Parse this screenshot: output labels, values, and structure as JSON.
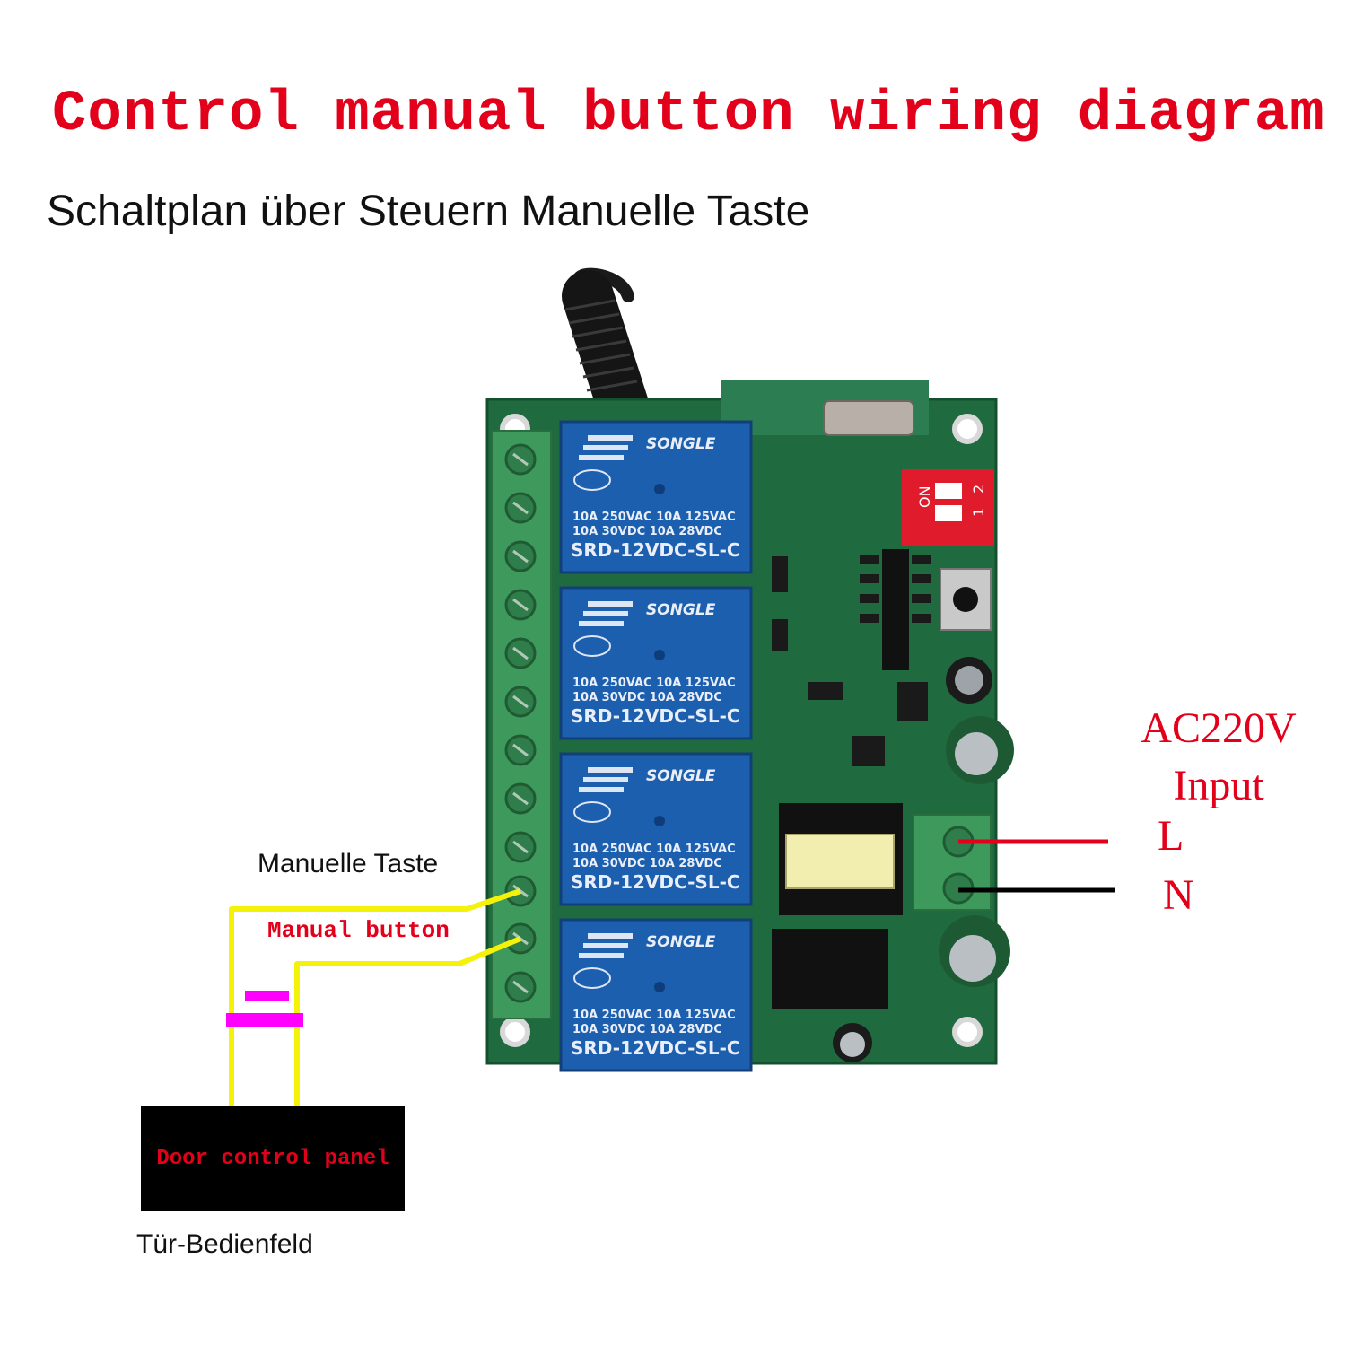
{
  "title_en": "Control manual button wiring diagram",
  "title_de": "Schaltplan über Steuern Manuelle Taste",
  "labels": {
    "manual_button_de": "Manuelle Taste",
    "manual_button_en": "Manual button",
    "door_panel_en": "Door control panel",
    "door_panel_de": "Tür-Bedienfeld",
    "ac_line1": "AC220V",
    "ac_line2": "Input",
    "live": "L",
    "neutral": "N"
  },
  "relay": {
    "brand": "SONGLE",
    "rating_line1": "10A 250VAC  10A 125VAC",
    "rating_line2": "10A  30VDC  10A  28VDC",
    "model": "SRD-12VDC-SL-C"
  },
  "dip_switch": {
    "on_label": "ON",
    "pos1": "1",
    "pos2": "2"
  },
  "colors": {
    "title_red": "#e3001b",
    "pcb_green": "#1f6b3f",
    "terminal_green": "#3e9a5c",
    "relay_blue": "#1c5fae",
    "wire_yellow": "#f5f20a",
    "button_magenta": "#ff00ff",
    "wire_live": "#e3001b",
    "wire_neutral": "#000000"
  }
}
